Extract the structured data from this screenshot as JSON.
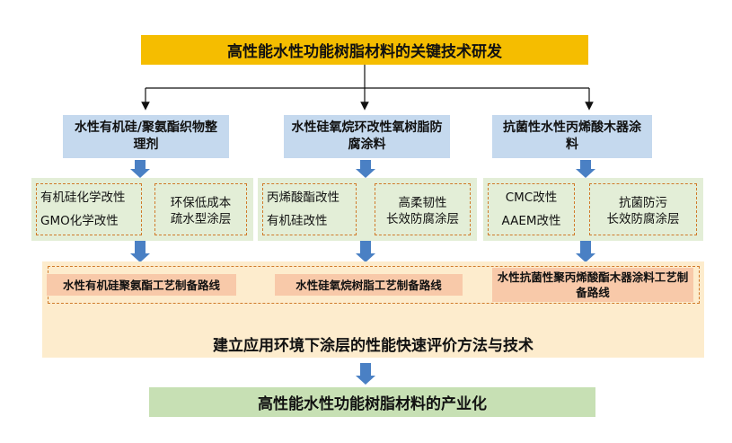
{
  "title": "高性能水性功能树脂材料的关键技术研发",
  "categories": [
    "水性有机硅/聚氨酯织物整理剂",
    "水性硅氧烷环改性氧树脂防腐涂料",
    "抗菌性水性丙烯酸木器涂料"
  ],
  "methods": [
    {
      "left": [
        "有机硅化学改性",
        "GMO化学改性"
      ],
      "right": [
        "环保低成本",
        "疏水型涂层"
      ]
    },
    {
      "left": [
        "丙烯酸酯改性",
        "有机硅改性"
      ],
      "right": [
        "高柔韧性",
        "长效防腐涂层"
      ]
    },
    {
      "left": [
        "CMC改性",
        "AAEM改性"
      ],
      "right": [
        "抗菌防污",
        "长效防腐涂层"
      ]
    }
  ],
  "routes": [
    "水性有机硅聚氨酯工艺制备路线",
    "水性硅氧烷树脂工艺制备路线",
    "水性抗菌性聚丙烯酸酯木器涂料工艺制备路线"
  ],
  "evaluation": "建立应用环境下涂层的性能快速评价方法与技术",
  "final": "高性能水性功能树脂材料的产业化",
  "colors": {
    "title_bg": "#f5bd00",
    "category_bg": "#c5d9ee",
    "panel_bg": "#e3eed7",
    "route_bg": "#f8c9a9",
    "big_bg": "#fdeccd",
    "final_bg": "#c7e0b4",
    "arrow_blue": "#4a80c4",
    "arrow_orange": "#f5a000",
    "dash": "#d07a2a"
  }
}
